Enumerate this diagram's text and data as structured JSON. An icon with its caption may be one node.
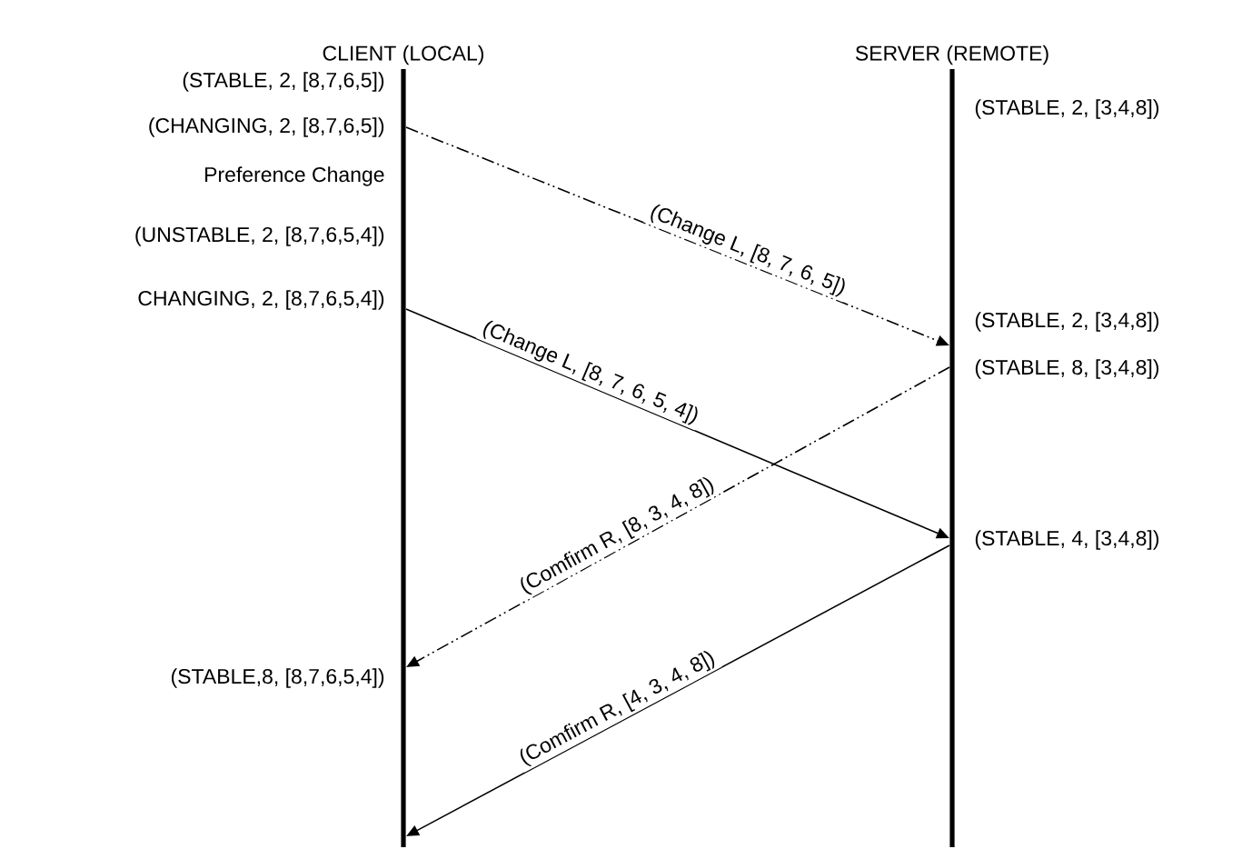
{
  "diagram": {
    "nodes": [
      {
        "text": [
          "CLIENT (LOCAL)"
        ]
      },
      {
        "text": [
          "SERVER (REMOTE)"
        ]
      }
    ],
    "edges": [
      {
        "from": 0,
        "to": 1,
        "arrow": "to",
        "label": "(Change L, [8, 7, 6, 5])",
        "style": "dashed"
      },
      {
        "from": 0,
        "to": 1,
        "arrow": "to",
        "label": "(Change L, [8, 7, 6, 5, 4])"
      },
      {
        "from": 1,
        "to": 0,
        "arrow": "to",
        "label": "(Comfirm R, [8, 3, 4, 8])",
        "style": "dashed"
      },
      {
        "from": 1,
        "to": 0,
        "arrow": "to",
        "label": "(Comfirm R, [4, 3, 4, 8])"
      }
    ],
    "labels": [
      "(STABLE, 2, [8,7,6,5])",
      "(STABLE, 2, [3,4,8])",
      "(CHANGING, 2, [8,7,6,5])",
      "Preference Change",
      "(UNSTABLE, 2, [8,7,6,5,4])",
      "CHANGING, 2, [8,7,6,5,4])",
      "(STABLE, 2, [3,4,8])",
      "(STABLE, 8, [3,4,8])",
      "(STABLE, 4, [3,4,8])",
      "(STABLE,8, [8,7,6,5,4])"
    ]
  }
}
